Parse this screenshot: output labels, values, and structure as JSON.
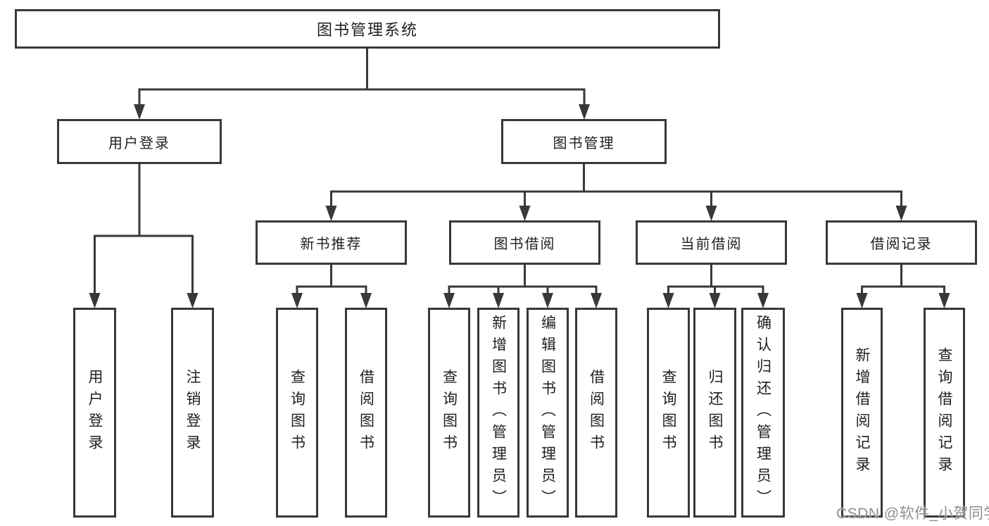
{
  "diagram": {
    "type": "hierarchy",
    "root": {
      "label": "图书管理系统",
      "children": [
        {
          "label": "用户登录",
          "children": [
            {
              "label": "用户登录"
            },
            {
              "label": "注销登录"
            }
          ]
        },
        {
          "label": "图书管理",
          "children": [
            {
              "label": "新书推荐",
              "children": [
                {
                  "label": "查询图书"
                },
                {
                  "label": "借阅图书"
                }
              ]
            },
            {
              "label": "图书借阅",
              "children": [
                {
                  "label": "查询图书"
                },
                {
                  "label": "新增图书（管理员）"
                },
                {
                  "label": "编辑图书（管理员）"
                },
                {
                  "label": "借阅图书"
                }
              ]
            },
            {
              "label": "当前借阅",
              "children": [
                {
                  "label": "查询图书"
                },
                {
                  "label": "归还图书"
                },
                {
                  "label": "确认归还（管理员）"
                }
              ]
            },
            {
              "label": "借阅记录",
              "children": [
                {
                  "label": "新增借阅记录"
                },
                {
                  "label": "查询借阅记录"
                }
              ]
            }
          ]
        }
      ]
    }
  },
  "watermark": {
    "text": "CSDN @软件_小贺同学"
  },
  "colors": {
    "background": "#ffffff",
    "line": "#383838",
    "box_border": "#383838",
    "box_fill": "#ffffff",
    "text": "#1f1f1f",
    "watermark": "#8f8f8f"
  }
}
